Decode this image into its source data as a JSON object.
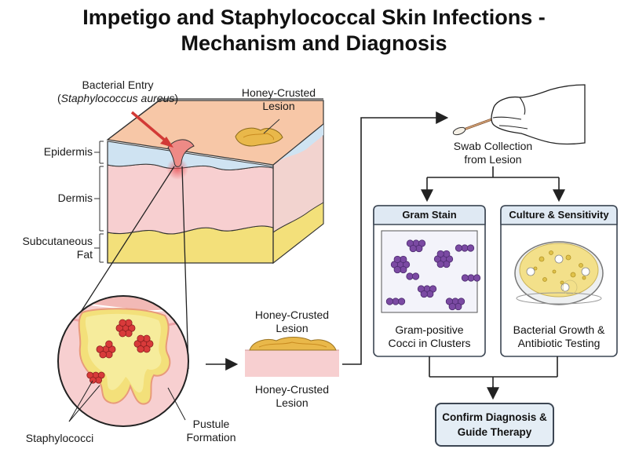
{
  "title": {
    "line1": "Impetigo and Staphylococcal Skin Infections -",
    "line2": "Mechanism and Diagnosis"
  },
  "skin": {
    "entry_label_line1": "Bacterial Entry",
    "entry_label_line2_pre": "(",
    "entry_label_line2_species": "Staphylococcus aureus",
    "entry_label_line2_post": ")",
    "top_lesion_line1": "Honey-Crusted",
    "top_lesion_line2": "Lesion",
    "layers": {
      "epidermis": "Epidermis",
      "dermis": "Dermis",
      "fat_line1": "Subcutaneous",
      "fat_line2": "Fat"
    }
  },
  "zoom": {
    "staph_label": "Staphylococci",
    "pustule_line1": "Pustule",
    "pustule_line2": "Formation"
  },
  "lesion": {
    "above_line1": "Honey-Crusted",
    "above_line2": "Lesion",
    "below_line1": "Honey-Crusted",
    "below_line2": "Lesion"
  },
  "diagnosis": {
    "swab_line1": "Swab Collection",
    "swab_line2": "from Lesion",
    "gram": {
      "header": "Gram Stain",
      "caption_line1": "Gram-positive",
      "caption_line2": "Cocci in Clusters"
    },
    "culture": {
      "header": "Culture & Sensitivity",
      "caption_line1": "Bacterial Growth &",
      "caption_line2": "Antibiotic Testing"
    },
    "confirm": "Confirm Diagnosis & Guide Therapy"
  },
  "colors": {
    "epidermis": "#cfe3f2",
    "dermis": "#f7cfd0",
    "fat": "#f3e07a",
    "skin_top": "#f7c7a7",
    "crust": "#e9b84a",
    "bacteria_red": "#d83a3a",
    "cocci_purple": "#7b4aa3",
    "box_header": "#dfe9f3",
    "arrow": "#222222"
  }
}
